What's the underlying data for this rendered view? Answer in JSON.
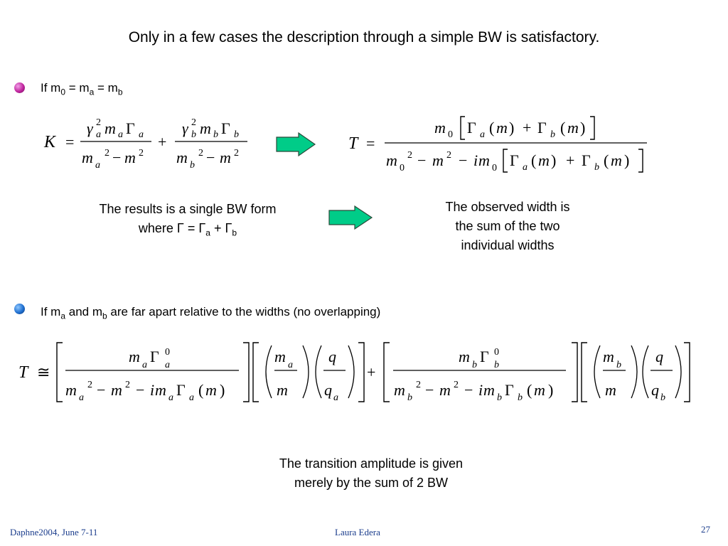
{
  "title": "Only in a few cases the description through a simple BW is satisfactory.",
  "bullet1": {
    "prefix": "If m",
    "s0": "0",
    "eq1": " = m",
    "sa": "a",
    "eq2": " = m",
    "sb": "b"
  },
  "bullet2": {
    "prefix": "If m",
    "sa": "a",
    "mid": " and m",
    "sb": "b",
    "rest": " are far apart relative to the widths (no overlapping)"
  },
  "note1": {
    "line1": "The results is a single BW form",
    "where": "where ",
    "gamma": "Γ",
    "eq": " = ",
    "ga": "Γ",
    "sa": "a",
    "plus": " + ",
    "gb": "Γ",
    "sb": "b"
  },
  "note2": {
    "line1": "The observed width is",
    "line2": "the sum of the two",
    "line3": "individual widths"
  },
  "note3": {
    "line1": "The transition amplitude is given",
    "line2": "merely by the sum of 2 BW"
  },
  "footer": {
    "left": "Daphne2004, June 7-11",
    "center": "Laura Edera",
    "page": "27"
  },
  "colors": {
    "arrow_fill": "#00cc88",
    "footer_text": "#1a3c8c",
    "bullet1": "#c0259e",
    "bullet2": "#1f6fd0"
  },
  "math": {
    "K_formula": {
      "lhs": "K",
      "eq": "=",
      "plus": "+",
      "gamma": "γ",
      "G": "Γ",
      "m": "m",
      "a": "a",
      "b": "b",
      "two": "2",
      "minus": "−"
    },
    "T_formula": {
      "lhs": "T",
      "eq": "=",
      "m": "m",
      "zero": "0",
      "G": "Γ",
      "a": "a",
      "b": "b",
      "lp": "(",
      "rp": ")",
      "plus": "+",
      "two": "2",
      "minus": "−",
      "i": "i"
    },
    "T2_formula": {
      "lhs": "T",
      "approx": "≅",
      "m": "m",
      "q": "q",
      "G": "Γ",
      "a": "a",
      "b": "b",
      "zero": "0",
      "two": "2",
      "minus": "−",
      "i": "i",
      "lp": "(",
      "rp": ")",
      "plus": "+"
    }
  }
}
